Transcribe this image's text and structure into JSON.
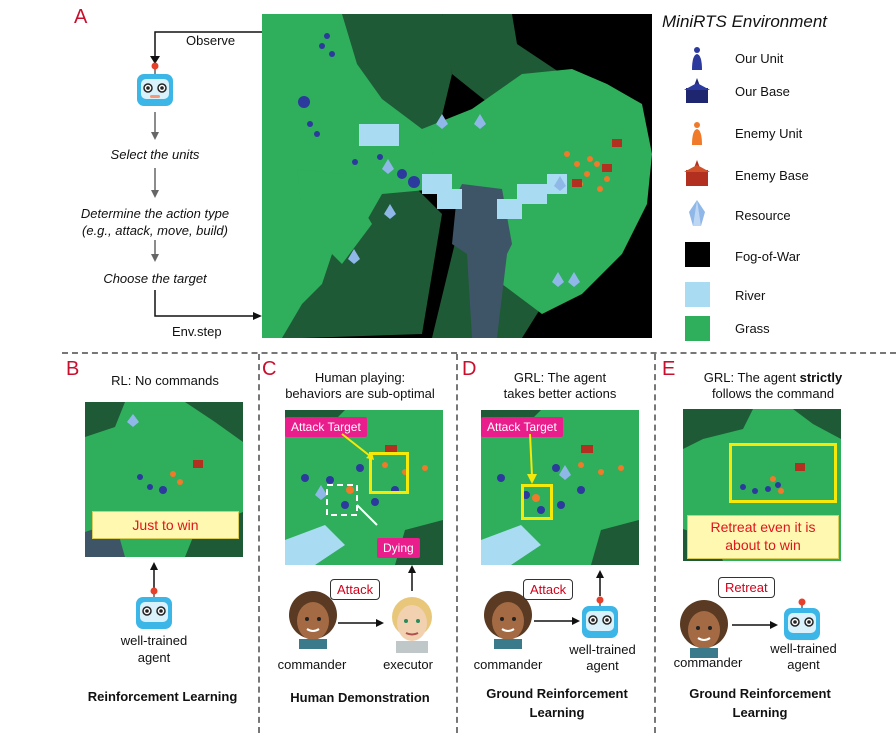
{
  "panel_a": {
    "letter": "A",
    "observe": "Observe",
    "steps": [
      "Select the units",
      "Determine the action type",
      "(e.g., attack, move, build)",
      "Choose the target"
    ],
    "env_step": "Env.step"
  },
  "legend": {
    "title": "MiniRTS Environment",
    "items": [
      {
        "label": "Our Unit",
        "icon": "our-unit-icon",
        "color": "#2b3a9c"
      },
      {
        "label": "Our Base",
        "icon": "our-base-icon",
        "color": "#1f2670"
      },
      {
        "label": "Enemy Unit",
        "icon": "enemy-unit-icon",
        "color": "#f07a2a"
      },
      {
        "label": "Enemy Base",
        "icon": "enemy-base-icon",
        "color": "#b23020"
      },
      {
        "label": "Resource",
        "icon": "resource-icon",
        "color": "#8fb8e8"
      },
      {
        "label": "Fog-of-War",
        "icon": "fog-swatch",
        "color": "#000000"
      },
      {
        "label": "River",
        "icon": "river-swatch",
        "color": "#a9dbf2"
      },
      {
        "label": "Grass",
        "icon": "grass-swatch",
        "color": "#2fae5c"
      }
    ]
  },
  "panel_b": {
    "letter": "B",
    "caption": "RL: No commands",
    "note": "Just to win",
    "agent": [
      "well-trained",
      "agent"
    ],
    "footer": "Reinforcement Learning"
  },
  "panel_c": {
    "letter": "C",
    "caption": [
      "Human playing:",
      "behaviors are sub-optimal"
    ],
    "attack_target": "Attack Target",
    "dying": "Dying",
    "bubble": "Attack",
    "commander": "commander",
    "executor": "executor",
    "footer": "Human Demonstration"
  },
  "panel_d": {
    "letter": "D",
    "caption": [
      "GRL: The agent",
      "takes better actions"
    ],
    "attack_target": "Attack Target",
    "bubble": "Attack",
    "commander": "commander",
    "agent": [
      "well-trained",
      "agent"
    ],
    "footer": [
      "Ground Reinforcement",
      "Learning"
    ]
  },
  "panel_e": {
    "letter": "E",
    "caption_pre": "GRL: The agent ",
    "caption_bold": "strictly",
    "caption_line2": "follows the command",
    "note": [
      "Retreat even it is",
      "about to win"
    ],
    "bubble": "Retreat",
    "commander": "commander",
    "agent": [
      "well-trained",
      "agent"
    ],
    "footer": [
      "Ground Reinforcement",
      "Learning"
    ]
  }
}
